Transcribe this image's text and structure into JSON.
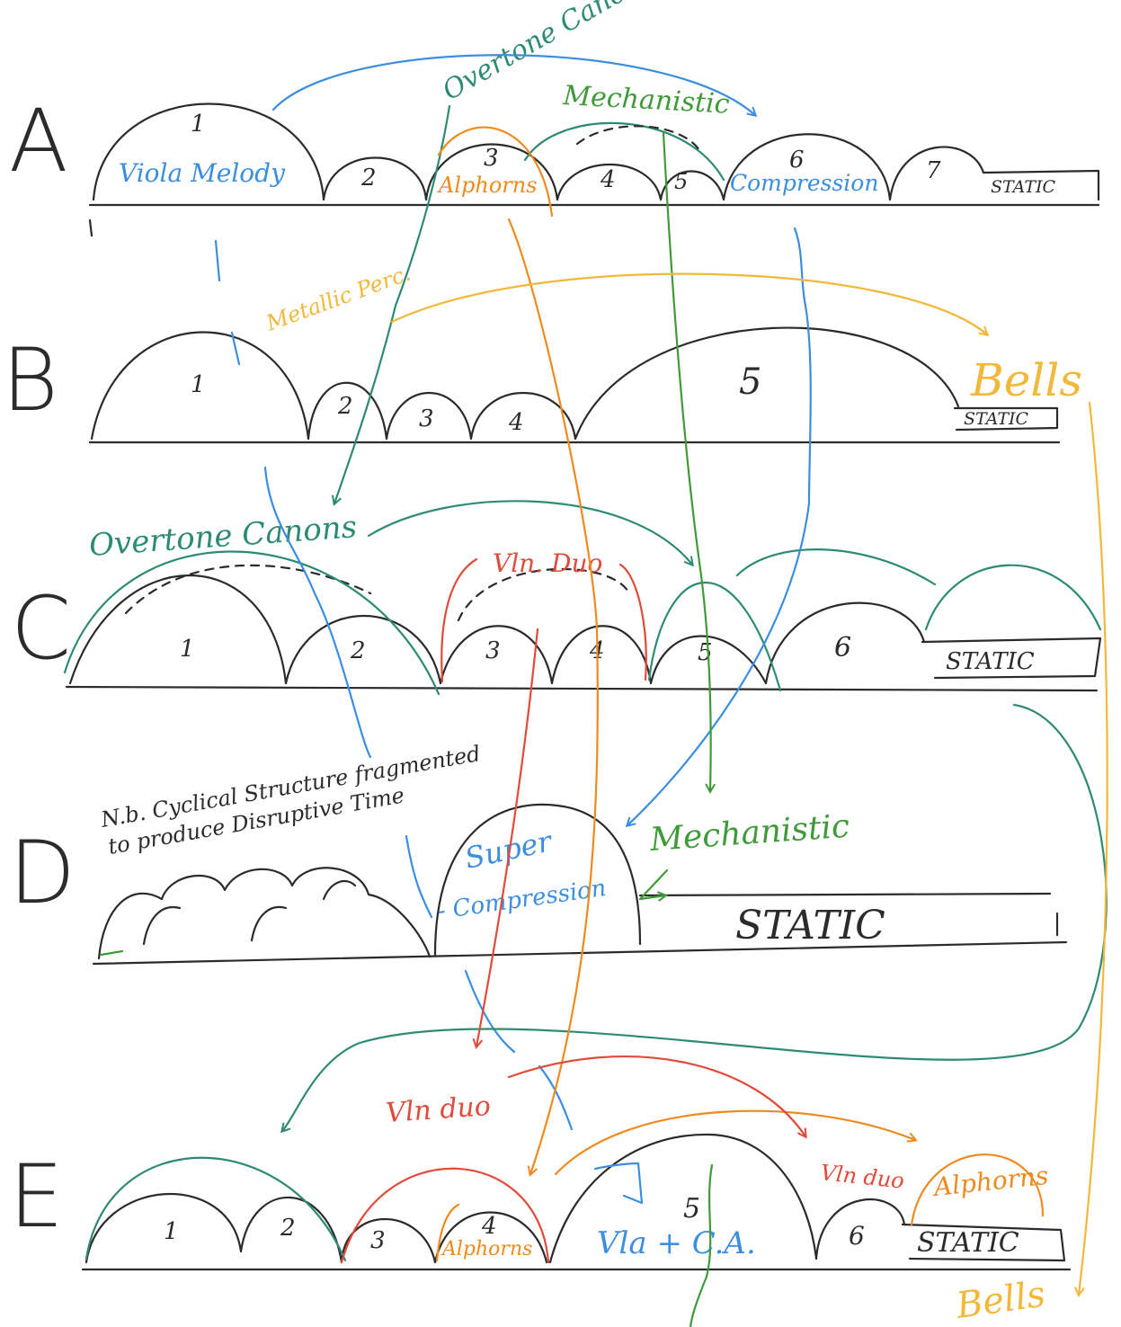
{
  "rows": {
    "A": {
      "letter": "A",
      "arch_numbers": [
        "1",
        "2",
        "3",
        "4",
        "5",
        "6",
        "7"
      ],
      "static": "STATIC",
      "labels": {
        "viola_melody": "Viola Melody",
        "alphorns": "Alphorns",
        "compression": "Compression",
        "mechanistic": "Mechanistic",
        "overtone_canons": "Overtone Canons"
      }
    },
    "B": {
      "letter": "B",
      "arch_numbers": [
        "1",
        "2",
        "3",
        "4",
        "5"
      ],
      "static": "STATIC",
      "labels": {
        "metallic_perc": "Metallic Perc.",
        "bells": "Bells"
      }
    },
    "C": {
      "letter": "C",
      "arch_numbers": [
        "1",
        "2",
        "3",
        "4",
        "5",
        "6"
      ],
      "static": "STATIC",
      "labels": {
        "overtone_canons": "Overtone Canons",
        "vln_duo": "Vln. Duo"
      }
    },
    "D": {
      "letter": "D",
      "static": "STATIC",
      "note_line1": "N.b. Cyclical Structure fragmented",
      "note_line2": "to produce Disruptive Time",
      "labels": {
        "super": "Super",
        "compression": "- Compression",
        "mechanistic": "Mechanistic"
      }
    },
    "E": {
      "letter": "E",
      "arch_numbers": [
        "1",
        "2",
        "3",
        "4",
        "5",
        "6"
      ],
      "static": "STATIC",
      "labels": {
        "vln_duo": "Vln duo",
        "alphorns_in_4": "Alphorns",
        "vla_ca": "Vla + C.A.",
        "vln_duo_2": "Vln duo",
        "alphorns_right": "Alphorns",
        "bells": "Bells"
      }
    }
  },
  "colors": {
    "ink": "#2b2b2b",
    "blue": "#3b8ee0",
    "teal": "#2e8b73",
    "green": "#3f9a3a",
    "orange": "#ef8a1e",
    "yellow": "#f2b83a",
    "red": "#e24a3b"
  }
}
